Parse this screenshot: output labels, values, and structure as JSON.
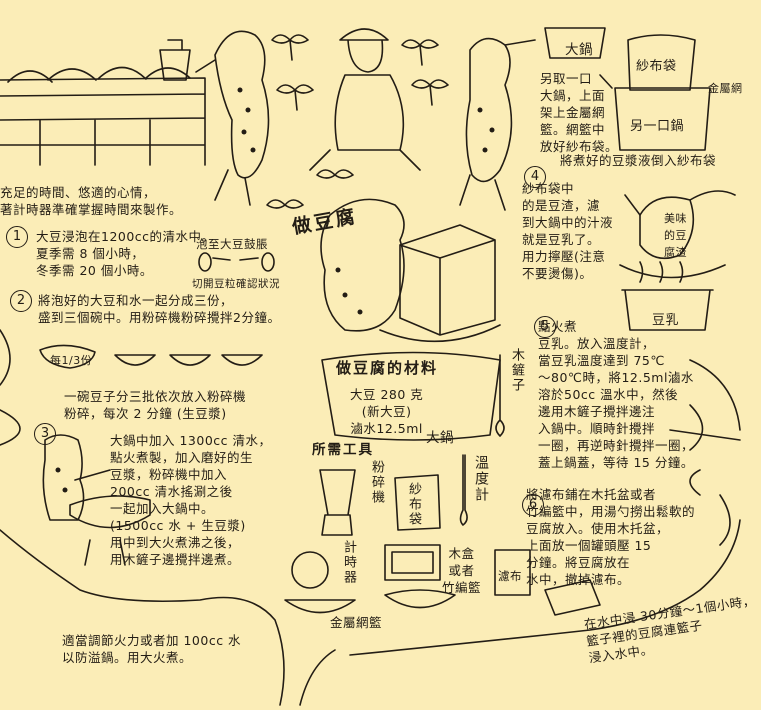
{
  "title": "做豆腐",
  "intro": "充足的時間、悠適的心情，\n著計時器準確掌握時間來製作。",
  "steps": [
    {
      "num": "1",
      "text": "大豆浸泡在1200cc的清水中。\n夏季需 8 個小時，\n冬季需 20 個小時。"
    },
    {
      "num": "2",
      "text": "將泡好的大豆和水一起分成三份，\n盛到三個碗中。用粉碎機粉碎攪拌2分鐘。"
    },
    {
      "num": "3",
      "text": "大鍋中加入 1300cc 清水，\n點火煮製，加入磨好的生\n豆漿，粉碎機中加入\n200cc 清水搖涮之後\n一起加入大鍋中。\n(1500cc 水 + 生豆漿)\n用中到大火煮沸之後，\n用木鏟子邊攪拌邊煮。"
    },
    {
      "num": "4",
      "text": "紗布袋中\n的是豆渣，濾\n到大鍋中的汁液\n就是豆乳了。\n用力擰壓(注意\n不要燙傷)。"
    },
    {
      "num": "5",
      "text": "點火煮\n豆乳。放入溫度計，\n當豆乳溫度達到 75℃\n～80℃時，將12.5ml滷水\n溶於50cc 溫水中，然後\n邊用木鏟子攪拌邊注\n入鍋中。順時針攪拌\n一圈，再逆時針攪拌一圈，\n蓋上鍋蓋，等待 15 分鐘。"
    },
    {
      "num": "6",
      "text": "將濾布鋪在木托盆或者\n竹編籃中，用湯勺撈出鬆軟的\n豆腐放入。使用木托盆，\n上面放一個罐頭壓 15\n分鐘。將豆腐放在\n水中，撤掉濾布。"
    }
  ],
  "notes": {
    "swell": "泡至大豆鼓脹",
    "cut_check": "切開豆粒確認狀況",
    "bowl_third": "每1/3份",
    "grind": "一碗豆子分三批依次放入粉碎機\n粉碎，每次 2 分鐘 (生豆漿)",
    "heat": "適當調節火力或者加 100cc 水\n以防溢鍋。用大火煮。",
    "soak": "在水中浸 30分鐘～1個小時，\n籃子裡的豆腐連籃子\n浸入水中。",
    "pour": "將煮好的豆漿液倒入紗布袋",
    "pot_tip": "另取一口\n大鍋，上面\n架上金屬網\n籃。網籃中\n放好紗布袋。"
  },
  "materials": {
    "heading": "做豆腐的材料",
    "items": "大豆 280 克\n(新大豆)\n滷水12.5ml"
  },
  "tools": {
    "heading": "所需工具",
    "pot": "大鍋",
    "grinder": "粉碎機",
    "gauze_bag": "紗布袋",
    "thermometer": "溫度計",
    "timer": "計時器",
    "box": "木盒\n或者\n竹編籃",
    "cloth": "濾布",
    "strainer": "金屬網籃",
    "spatula": "木鏟子"
  },
  "top_labels": {
    "pot": "大鍋",
    "bag": "紗布袋",
    "metal": "金屬網",
    "other_pot": "另一口鍋",
    "tasty": "美味\n的豆\n腐渣",
    "soymilk": "豆乳"
  }
}
